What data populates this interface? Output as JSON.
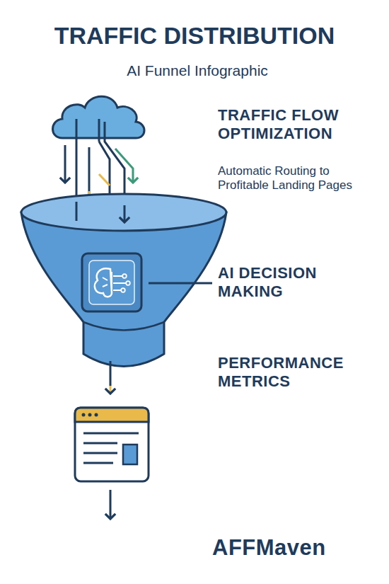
{
  "diagram": {
    "title": "TRAFFIC DISTRIBUTION",
    "labels": [
      "AI Funnel Infographic",
      "TRAFFIC FLOW OPTIMIZATION",
      "Automatic Routing to Profitable Landing Pages",
      "AI DECISION MAKING",
      "PERFORMANCE METRICS",
      "AFFMaven"
    ]
  }
}
